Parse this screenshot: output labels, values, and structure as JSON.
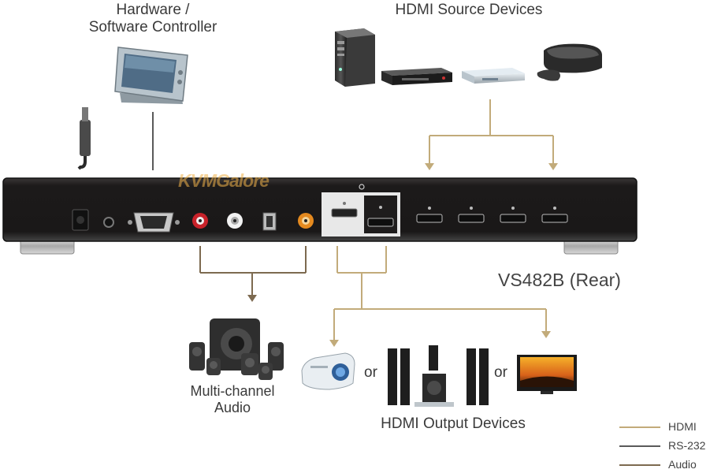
{
  "labels": {
    "controller": [
      "Hardware /",
      "Software Controller"
    ],
    "sources": "HDMI Source Devices",
    "device": "VS482B (Rear)",
    "audio": [
      "Multi-channel",
      "Audio"
    ],
    "outputs": "HDMI Output Devices",
    "or_1": "or",
    "or_2": "or",
    "watermark": "KVMGalore"
  },
  "legend": [
    {
      "label": "HDMI",
      "color": "#c2ab7a"
    },
    {
      "label": "RS-232",
      "color": "#5a5a5a"
    },
    {
      "label": "Audio",
      "color": "#7d6a50"
    }
  ],
  "colors": {
    "hdmi": "#c2ab7a",
    "rs232": "#5a5a5a",
    "audio": "#7d6a50",
    "chassis": "#1e1c1c"
  }
}
